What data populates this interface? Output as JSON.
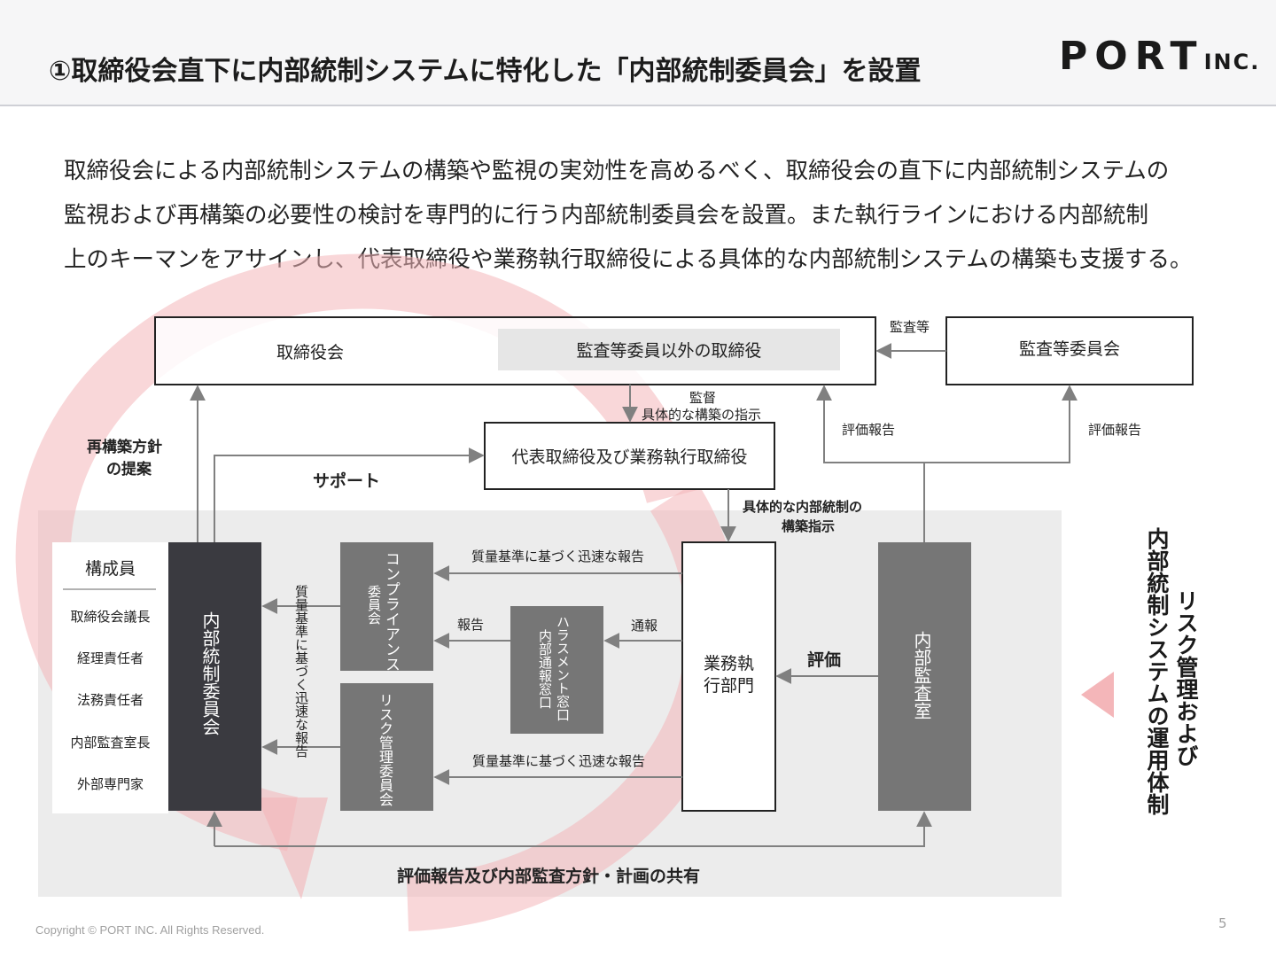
{
  "header": {
    "title": "①取締役会直下に内部統制システムに特化した「内部統制委員会」を設置",
    "logo_main": "PORT",
    "logo_suffix": "INC."
  },
  "intro": {
    "lines": [
      "取締役会による内部統制システムの構築や監視の実効性を高めるべく、取締役会の直下に内部統制システムの",
      "監視および再構築の必要性の検討を専門的に行う内部統制委員会を設置。また執行ラインにおける内部統制",
      "上のキーマンをアサインし、代表取締役や業務執行取締役による具体的な内部統制システムの構築も支援する。"
    ]
  },
  "diagram": {
    "board": "取締役会",
    "board_non_audit": "監査等委員以外の取締役",
    "audit_committee": "監査等委員会",
    "audit_etc_label": "監査等",
    "supervision_label": "監督",
    "concrete_build_label": "具体的な構築の指示",
    "eval_report_left": "評価報告",
    "eval_report_right": "評価報告",
    "representative": "代表取締役及び業務執行取締役",
    "rebuild_proposal_1": "再構築方針",
    "rebuild_proposal_2": "の提案",
    "support": "サポート",
    "concrete_ic_1": "具体的な内部統制の",
    "concrete_ic_2": "構築指示",
    "members_title": "構成員",
    "members": [
      "取締役会議長",
      "経理責任者",
      "法務責任者",
      "内部監査室長",
      "外部専門家"
    ],
    "ic_committee": "内部統制委員会",
    "compliance_committee_1": "コンプライアンス",
    "compliance_committee_2": "委員会",
    "harassment_1": "ハラスメント窓口",
    "harassment_2": "内部通報窓口",
    "risk_committee": "リスク管理委員会",
    "business_dept_1": "業務執",
    "business_dept_2": "行部門",
    "internal_audit": "内部監査室",
    "quality_report_top": "質量基準に基づく迅速な報告",
    "quality_report_bottom": "質量基準に基づく迅速な報告",
    "quality_report_vertical": "質量基準に基づく迅速な報告",
    "report": "報告",
    "notify": "通報",
    "evaluation": "評価",
    "shared_bottom": "評価報告及び内部監査方針・計画の共有",
    "side_title_1": "リスク管理および",
    "side_title_2": "内部統制システムの運用体制"
  },
  "footer": {
    "copyright": "Copyright © PORT INC. All Rights Reserved.",
    "page": "5"
  },
  "colors": {
    "dark_box": "#3a3a40",
    "mid_box": "#767676",
    "panel_bg": "#ececec",
    "arrow": "#808080",
    "accent_pink": "#f4b6b9"
  }
}
